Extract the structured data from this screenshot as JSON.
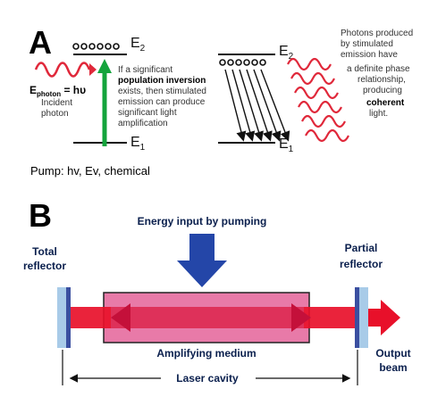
{
  "panel_a": {
    "label": "A",
    "level_upper": "E",
    "level_upper_sub": "2",
    "level_lower": "E",
    "level_lower_sub": "1",
    "photon_energy_left": "E",
    "photon_energy_sub": "photon",
    "photon_energy_right": " = hυ",
    "incident_line1": "Incident",
    "incident_line2": "photon",
    "inversion_pre": "If a significant",
    "inversion_bold": "population inversion",
    "inversion_line3": "exists, then stimulated",
    "inversion_line4": "emission can produce",
    "inversion_line5": "significant light",
    "inversion_line6": "amplification",
    "photons_line1": "Photons produced",
    "photons_line2": "by stimulated",
    "photons_line3": "emission have",
    "photons_line4": "a definite phase",
    "photons_line5": "relationship,",
    "photons_line6": "producing",
    "photons_bold": "coherent",
    "photons_line8": "light.",
    "pump_text": "Pump: hv, Ev, chemical"
  },
  "panel_b": {
    "label": "B",
    "energy_input": "Energy input by pumping",
    "total_reflector_1": "Total",
    "total_reflector_2": "reflector",
    "partial_reflector_1": "Partial",
    "partial_reflector_2": "reflector",
    "amplifying_medium": "Amplifying medium",
    "laser_cavity": "Laser cavity",
    "output_1": "Output",
    "output_2": "beam"
  },
  "colors": {
    "green_arrow": "#14a43c",
    "red_wave": "#e0283a",
    "pump_arrow": "#2446a8",
    "beam": "#e8102a",
    "medium_fill": "#e87aa8",
    "mirror_light": "#a8cbe8",
    "mirror_dark": "#3a4fa0"
  }
}
